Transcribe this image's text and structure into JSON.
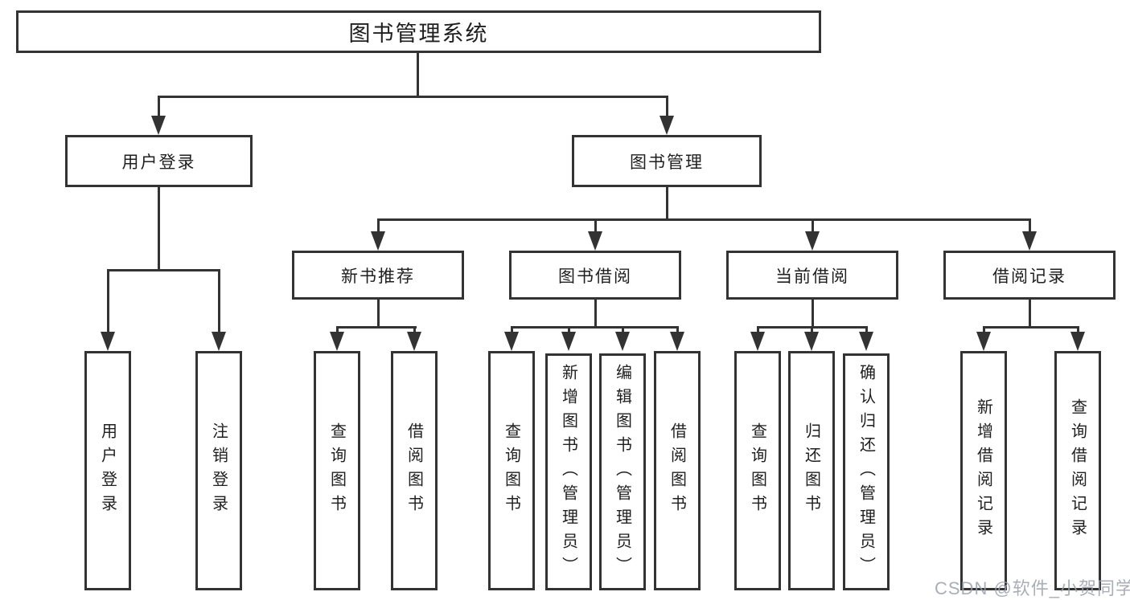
{
  "diagram": {
    "root": "图书管理系统",
    "level2": [
      "用户登录",
      "图书管理"
    ],
    "level3": [
      "新书推荐",
      "图书借阅",
      "当前借阅",
      "借阅记录"
    ],
    "leaves": {
      "user_login": [
        "用户登录",
        "注销登录"
      ],
      "new_book": [
        "查询图书",
        "借阅图书"
      ],
      "book_borrow": [
        "查询图书",
        "新增图书（管理员）",
        "编辑图书（管理员）",
        "借阅图书"
      ],
      "current_borrow": [
        "查询图书",
        "归还图书",
        "确认归还（管理员）"
      ],
      "borrow_record": [
        "新增借阅记录",
        "查询借阅记录"
      ]
    },
    "line_color": "#333333"
  },
  "watermark": "CSDN @软件_小贺同学"
}
